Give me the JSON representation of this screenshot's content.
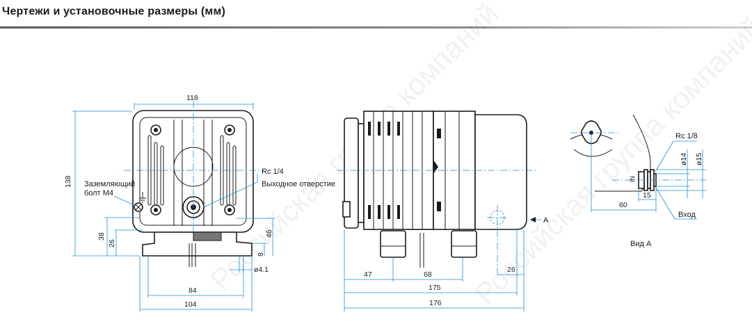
{
  "header": {
    "title": "Чертежи и установочные размеры (мм)"
  },
  "front_view": {
    "dim_width": "118",
    "dim_height": "138",
    "dim_38": "38",
    "dim_26": "26",
    "dim_46": "46",
    "dim_8": "8",
    "dim_hole": "ø4.1",
    "dim_84": "84",
    "dim_104": "104",
    "ground_label_line1": "Заземляющий",
    "ground_label_line2": "болт M4",
    "outlet_label_line1": "Rc 1/4",
    "outlet_label_line2": "Выходное отверстие"
  },
  "side_view": {
    "dim_47": "47",
    "dim_68": "68",
    "dim_26": "26",
    "dim_175": "175",
    "dim_176": "176",
    "arrow_label": "A"
  },
  "view_a": {
    "thread_label": "Rc 1/8",
    "dim_d14": "ø14",
    "dim_d15": "ø15",
    "dim_60": "60",
    "dim_15": "15",
    "inlet_label": "Вход",
    "caption": "Вид А"
  },
  "watermark": {
    "text": "Российская группа компаний"
  }
}
